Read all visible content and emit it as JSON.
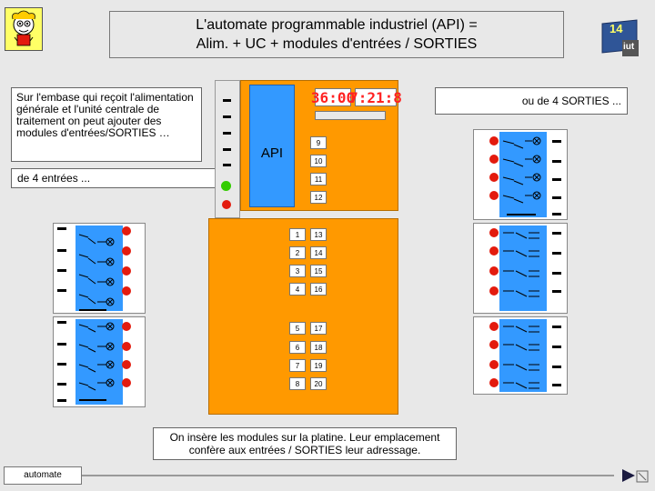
{
  "title": {
    "line1": "L'automate programmable industriel (API) =",
    "line2": "Alim. + UC + modules d'entrées / SORTIES"
  },
  "intro_text": "Sur l'embase qui reçoit l'alimentation générale et l'unité centrale de traitement on peut ajouter des modules d'entrées/SORTIES …",
  "inputs_label": "de 4 entrées ...",
  "outputs_label": "ou de 4 SORTIES ...",
  "cpu": {
    "label": "API",
    "display_left": "36:00",
    "display_right": "7:21:8"
  },
  "slots": {
    "cpu_right": [
      "9",
      "10",
      "11",
      "12"
    ],
    "left": [
      "1",
      "2",
      "3",
      "4",
      "5",
      "6",
      "7",
      "8"
    ],
    "right": [
      "13",
      "14",
      "15",
      "16",
      "17",
      "18",
      "19",
      "20"
    ]
  },
  "caption": {
    "line1": "On  insère les modules sur la platine. Leur emplacement",
    "line2": "confère  aux entrées / SORTIES leur adressage."
  },
  "footer_label": "automate",
  "page_badge": {
    "number": "14",
    "text": "iut"
  },
  "colors": {
    "panel": "#ff9900",
    "cpu_blue": "#3399ff",
    "module_blue": "#3399ff",
    "led_red": "#e31b0e",
    "led_green": "#33cc00"
  }
}
